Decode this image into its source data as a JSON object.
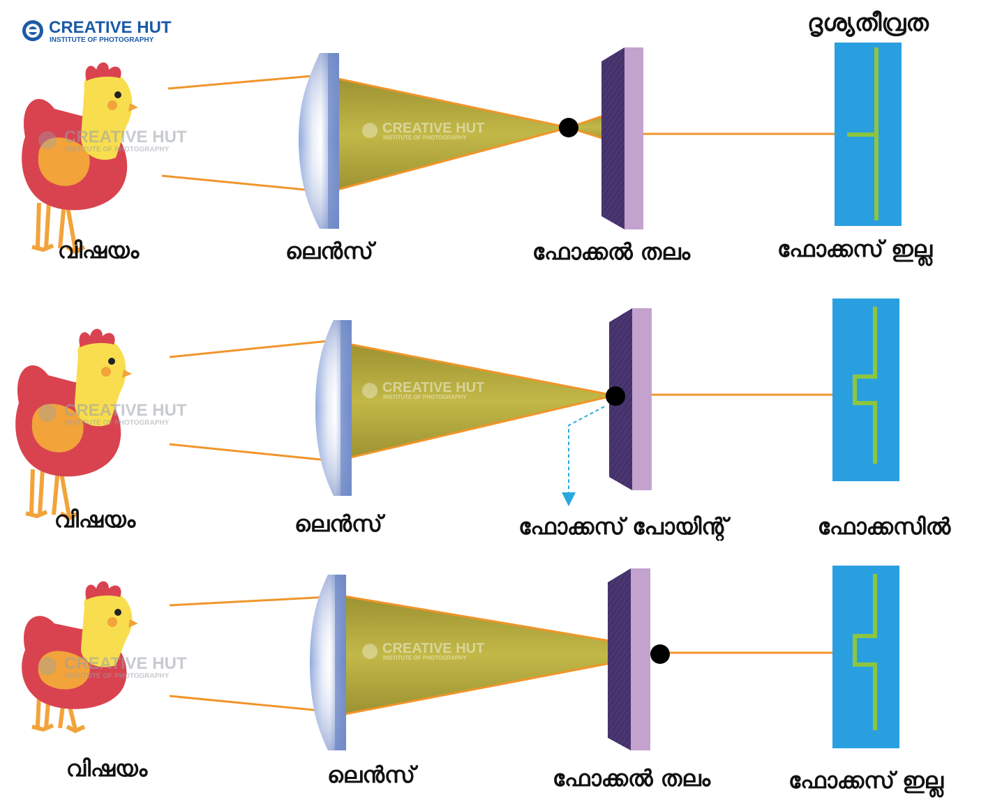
{
  "brand": {
    "title": "CREATIVE HUT",
    "subtitle": "INSTITUTE OF PHOTOGRAPHY"
  },
  "column_header": "ദൃശ്യതീവ്രത",
  "rows": [
    {
      "subject_label": "വിഷയം",
      "lens_label": "ലെൻസ്",
      "plane_label": "ഫോക്കൽ തലം",
      "result_label": "ഫോക്കസ് ഇല്ല"
    },
    {
      "subject_label": "വിഷയം",
      "lens_label": "ലെൻസ്",
      "plane_label": "ഫോക്കസ് പോയിന്റ്",
      "result_label": "ഫോക്കസിൽ"
    },
    {
      "subject_label": "വിഷയം",
      "lens_label": "ലെൻസ്",
      "plane_label": "ഫോക്കൽ തലം",
      "result_label": "ഫോക്കസ് ഇല്ല"
    }
  ],
  "colors": {
    "ray": "#f0952a",
    "cone": "#b5aa3c",
    "lens": "#7f9bd0",
    "sensor_front": "#c3a2ce",
    "sensor_side": "#4a3670",
    "panel": "#2a9fe0",
    "contrast_line": "#8cc63f",
    "arrow": "#29a8df"
  },
  "icons": [
    "chicken-icon",
    "lens-icon",
    "sensor-icon",
    "focus-point-icon",
    "logo-icon"
  ]
}
